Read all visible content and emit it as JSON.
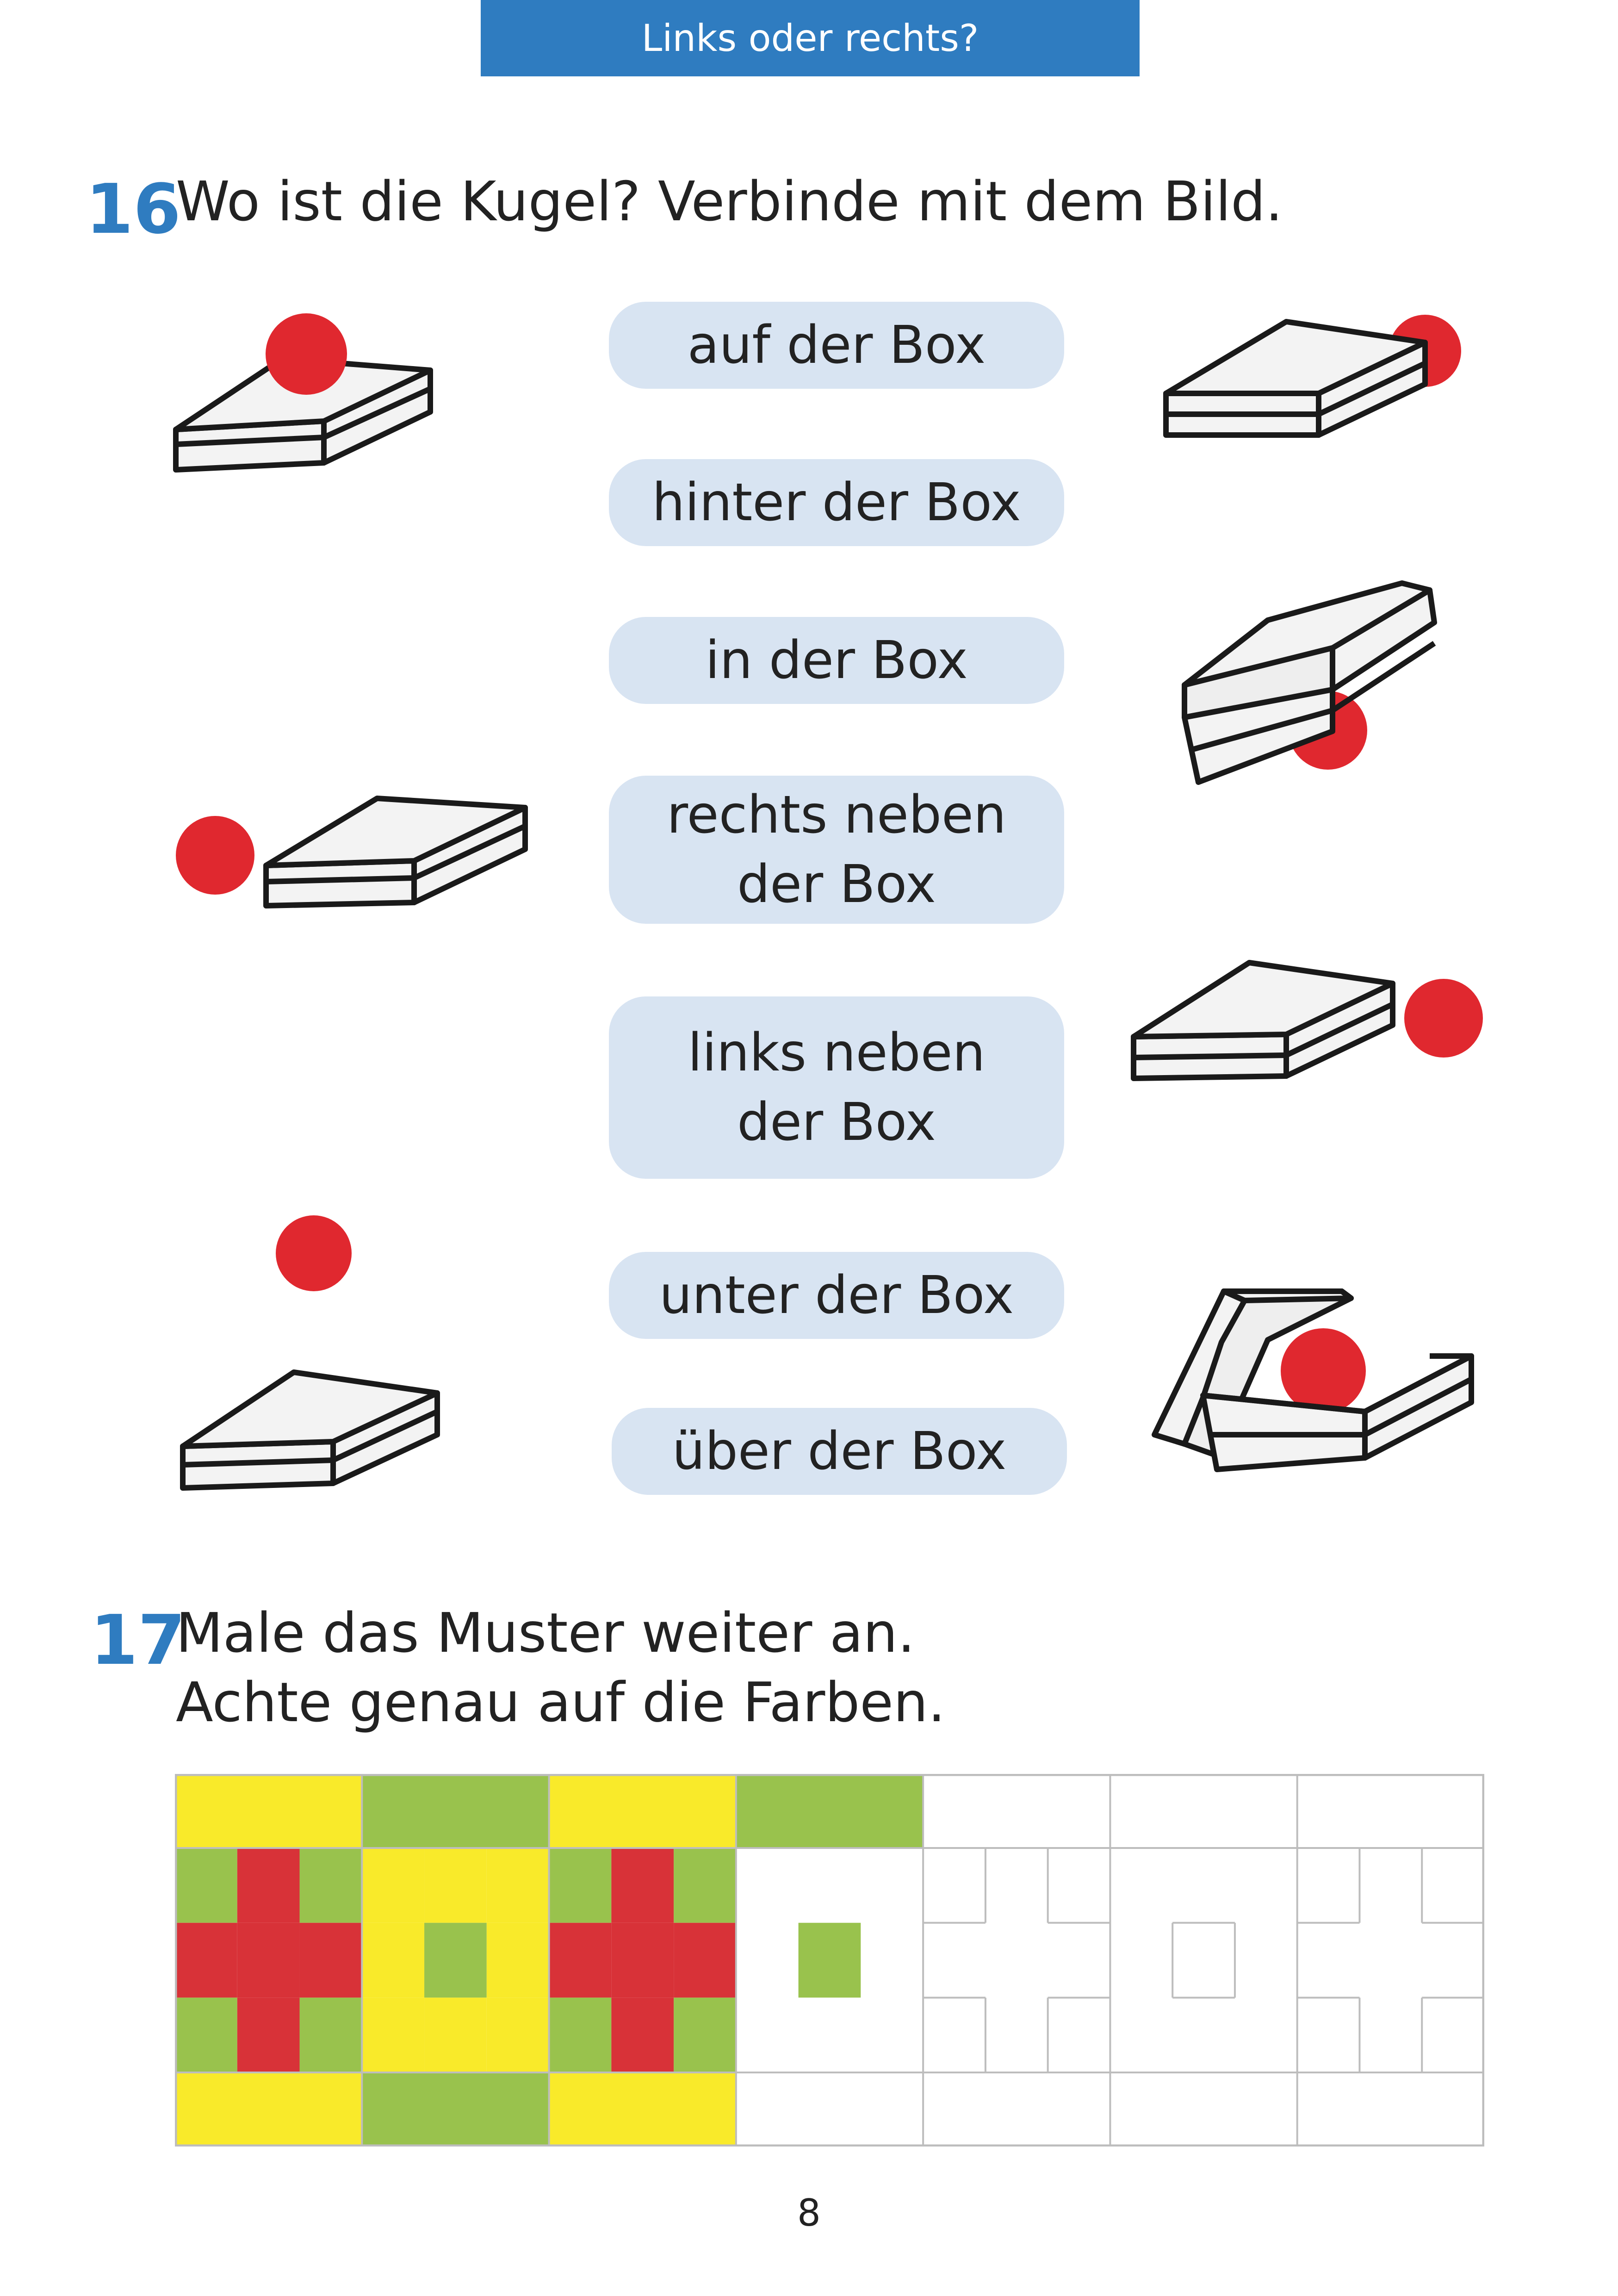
{
  "header": {
    "title": "Links oder rechts?"
  },
  "task16": {
    "number": "16",
    "instruction": "Wo ist die Kugel? Verbinde mit dem Bild.",
    "options": [
      {
        "line1": "auf der Box",
        "line2": ""
      },
      {
        "line1": "hinter der Box",
        "line2": ""
      },
      {
        "line1": "in der Box",
        "line2": ""
      },
      {
        "line1": "rechts neben",
        "line2": "der Box"
      },
      {
        "line1": "links neben",
        "line2": "der Box"
      },
      {
        "line1": "unter der Box",
        "line2": ""
      },
      {
        "line1": "über der Box",
        "line2": ""
      }
    ]
  },
  "task17": {
    "number": "17",
    "instruction_line1": "Male das Muster weiter an.",
    "instruction_line2": "Achte genau auf die Farben."
  },
  "colors": {
    "accent_blue": "#2f7cc0",
    "pill_fill": "#d8e4f2",
    "ball_red": "#e0282f",
    "yellow": "#f9ea2a",
    "green": "#99c24d",
    "red": "#d83238"
  },
  "page": {
    "number": "8"
  }
}
